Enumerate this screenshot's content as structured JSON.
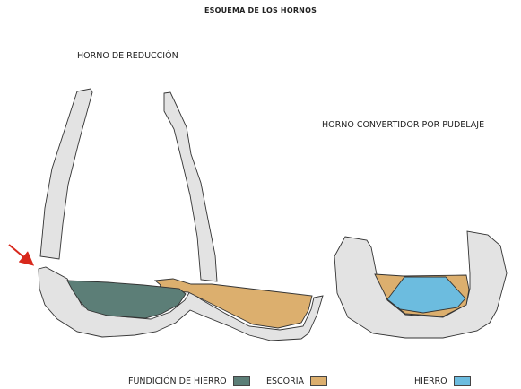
{
  "title": "ESQUEMA DE LOS HORNOS",
  "furnaces": {
    "reduction": {
      "label": "HORNO DE REDUCCIÓN"
    },
    "puddling": {
      "label": "HORNO CONVERTIDOR POR PUDELAJE"
    }
  },
  "legend": [
    {
      "label": "FUNDICIÓN DE HIERRO",
      "color": "#5c7e77"
    },
    {
      "label": "ESCORIA",
      "color": "#dcaf6e"
    },
    {
      "label": "HIERRO",
      "color": "#6cbcdf"
    }
  ],
  "colors": {
    "wall": "#e3e3e3",
    "outline": "#333333",
    "arrow": "#d8281c"
  }
}
